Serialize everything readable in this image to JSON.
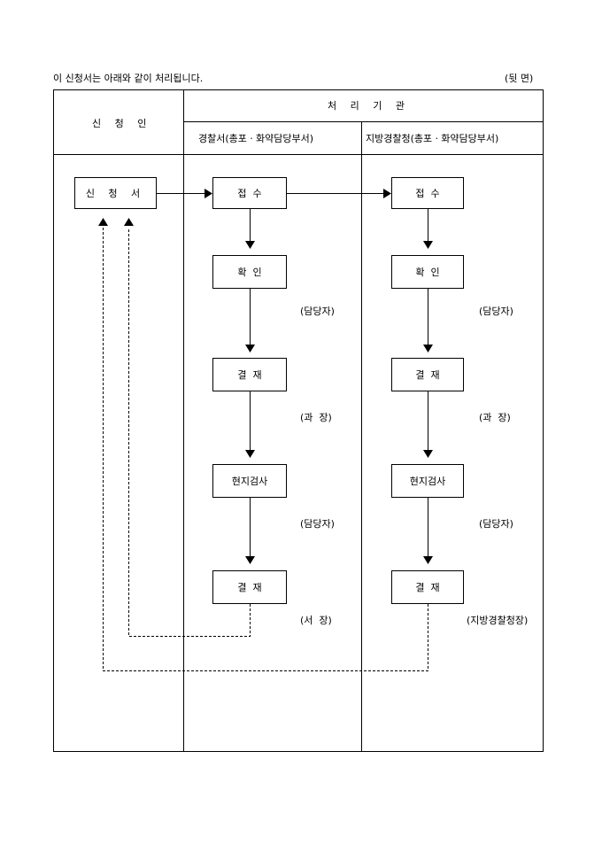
{
  "header": {
    "intro": "이 신청서는 아래와 같이 처리됩니다.",
    "side": "(뒷 면)"
  },
  "table": {
    "col_applicant": "신 청 인",
    "col_agency": "처 리 기 관",
    "col_police_station": "경찰서(총포ㆍ화약담당부서)",
    "col_provincial": "지방경찰청(총포ㆍ화약담당부서)"
  },
  "applicant_box": "신 청 서",
  "police_station": {
    "steps": [
      "접  수",
      "확  인",
      "결  재",
      "현지검사",
      "결  재"
    ],
    "notes": [
      "(담당자)",
      "(과  장)",
      "(담당자)",
      "(서  장)"
    ]
  },
  "provincial": {
    "steps": [
      "접  수",
      "확  인",
      "결  재",
      "현지검사",
      "결  재"
    ],
    "notes": [
      "(담당자)",
      "(과  장)",
      "(담당자)",
      "(지방경찰청장)"
    ]
  }
}
